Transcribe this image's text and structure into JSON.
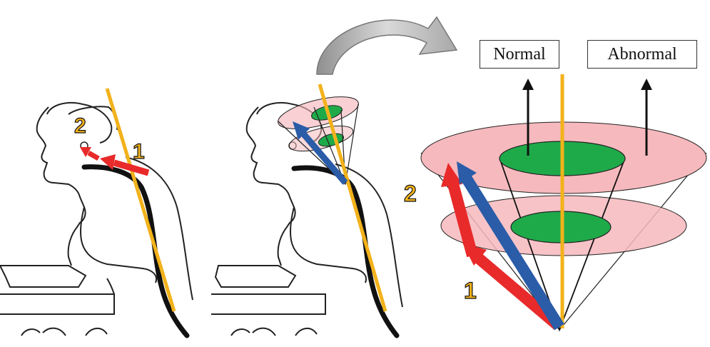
{
  "labels": {
    "normal": "Normal",
    "abnormal": "Abnormal",
    "marker_1": "1",
    "marker_2": "2"
  },
  "colors": {
    "spine_line": "#f2b21b",
    "red_arrow": "#e82a2a",
    "blue_arrow": "#2a5ca8",
    "pink_disc": "#f6b9bd",
    "green_disc": "#1faa4a",
    "number_fill": "#f2b21b",
    "curve_arrow": "#b8b8b8"
  },
  "icons": {
    "figure": "person-at-desk-outline",
    "transition": "curved-arrow-right"
  }
}
